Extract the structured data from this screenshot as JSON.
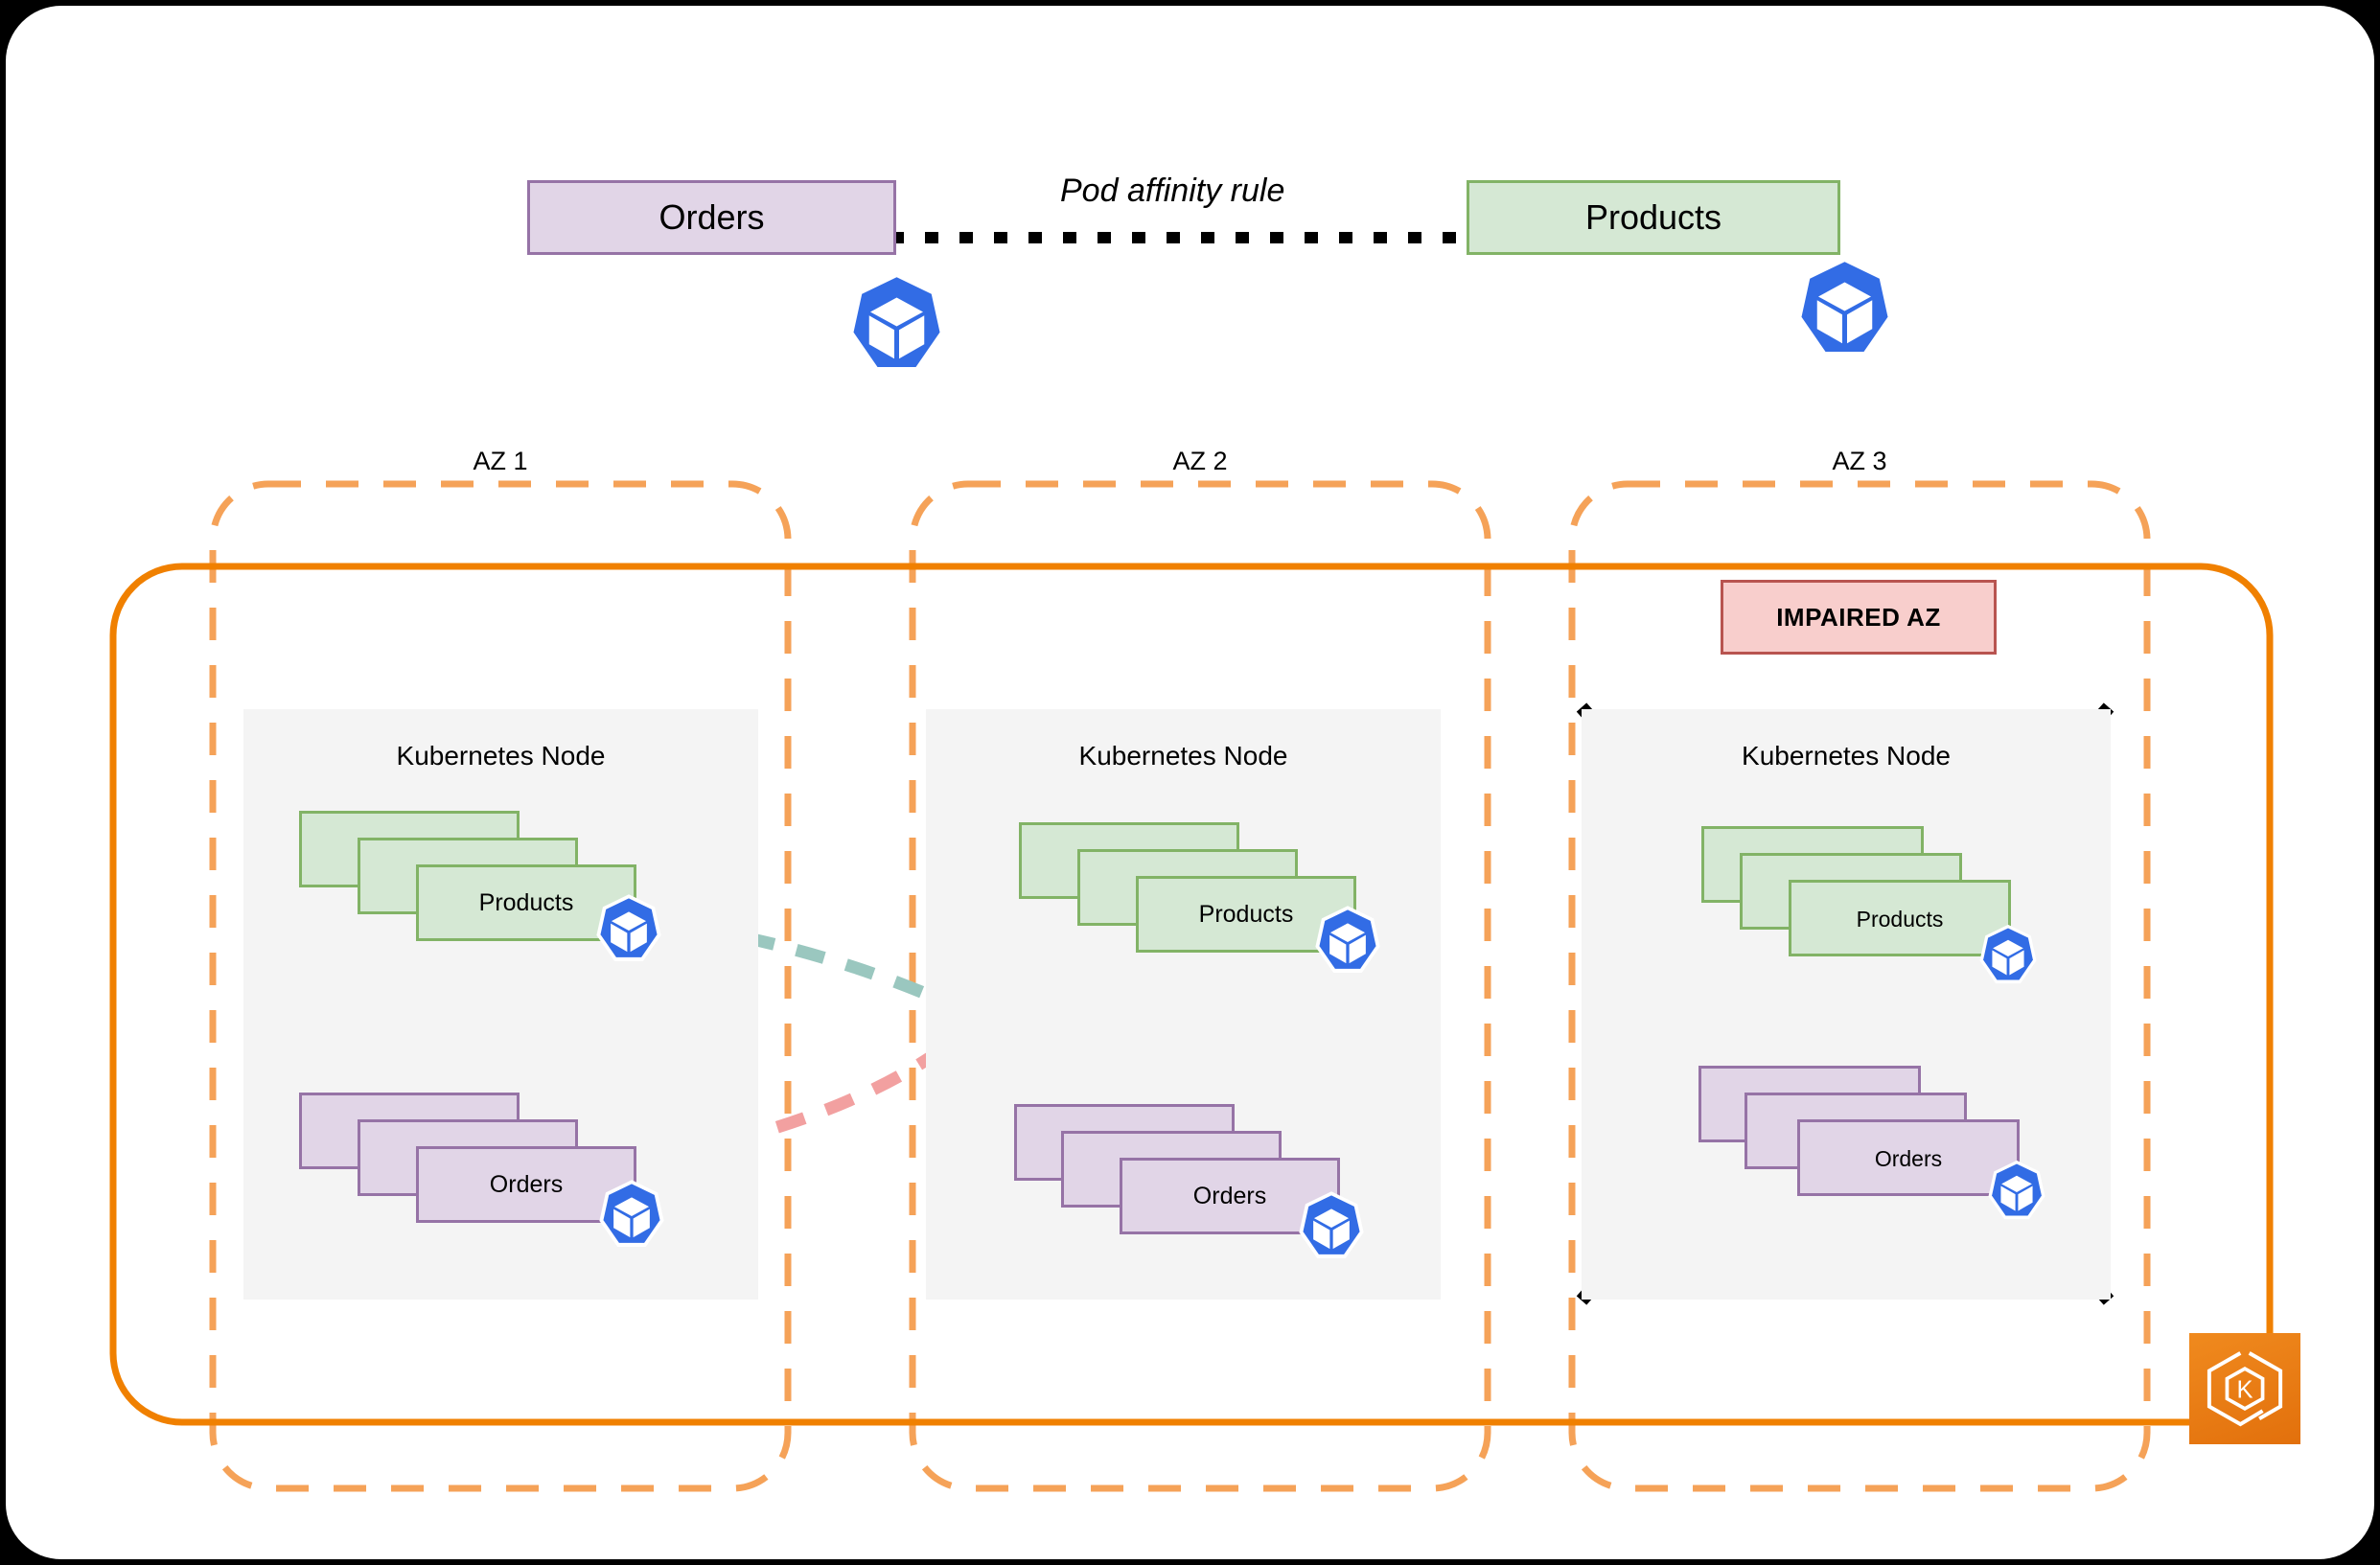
{
  "diagram": {
    "title_affinity_rule": "Pod affinity rule",
    "top_apps": [
      {
        "label": "Orders",
        "kind": "orders"
      },
      {
        "label": "Products",
        "kind": "products"
      }
    ],
    "zones": [
      {
        "label": "AZ 1",
        "node_label": "Kubernetes Node",
        "products_label": "Products",
        "orders_label": "Orders",
        "impaired": false,
        "impaired_label": ""
      },
      {
        "label": "AZ 2",
        "node_label": "Kubernetes Node",
        "products_label": "Products",
        "orders_label": "Orders",
        "impaired": false,
        "impaired_label": ""
      },
      {
        "label": "AZ 3",
        "node_label": "Kubernetes Node",
        "products_label": "Products",
        "orders_label": "Orders",
        "impaired": true,
        "impaired_label": "IMPAIRED AZ"
      }
    ],
    "logo": {
      "name": "karpenter-logo",
      "letter": "K"
    },
    "icons": {
      "kubernetes": "kubernetes-icon",
      "affinity_connector": "dotted-connector",
      "colocation_arrow": "double-headed-arrow",
      "reschedule_products": "dashed-curve-arrow-products",
      "reschedule_orders": "dashed-curve-arrow-orders",
      "node_failure": "black-x-strike"
    },
    "colors": {
      "orders_fill": "#e1d5e7",
      "orders_stroke": "#9673a6",
      "products_fill": "#d5e8d4",
      "products_stroke": "#82b366",
      "node_fill": "#f4f4f4",
      "az_dashed": "#f5a258",
      "cluster_solid": "#f08000",
      "impaired_fill": "#f8cecc",
      "impaired_stroke": "#b85450",
      "k8s_blue": "#326ce5",
      "arrow_green": "#9ac7bf",
      "arrow_red": "#f2a0a0",
      "logo_orange": "#e87b10"
    }
  }
}
